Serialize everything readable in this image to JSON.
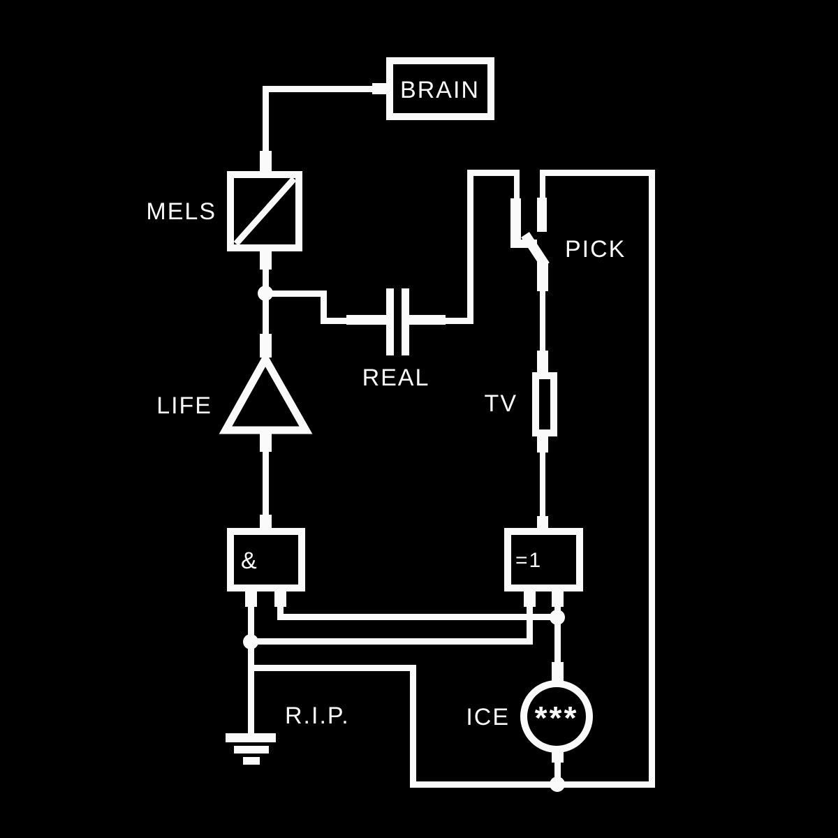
{
  "colors": {
    "background": "#000000",
    "wire": "#fafafa"
  },
  "components": {
    "brain": {
      "label": "BRAIN",
      "symbol": "rectangle-block"
    },
    "mels": {
      "label": "MELS",
      "symbol": "box-with-diagonal"
    },
    "pick": {
      "label": "PICK",
      "symbol": "changeover-switch"
    },
    "real": {
      "label": "REAL",
      "symbol": "capacitor"
    },
    "life": {
      "label": "LIFE",
      "symbol": "amplifier-triangle"
    },
    "tv": {
      "label": "TV",
      "symbol": "resistor"
    },
    "and_gate": {
      "label": "&",
      "symbol": "logic-gate-box"
    },
    "xor_gate": {
      "label": "=1",
      "symbol": "logic-gate-box"
    },
    "rip": {
      "label": "R.I.P.",
      "symbol": "earth-ground"
    },
    "ice": {
      "label": "ICE",
      "symbol": "circle-source",
      "symbol_text": "***"
    }
  }
}
